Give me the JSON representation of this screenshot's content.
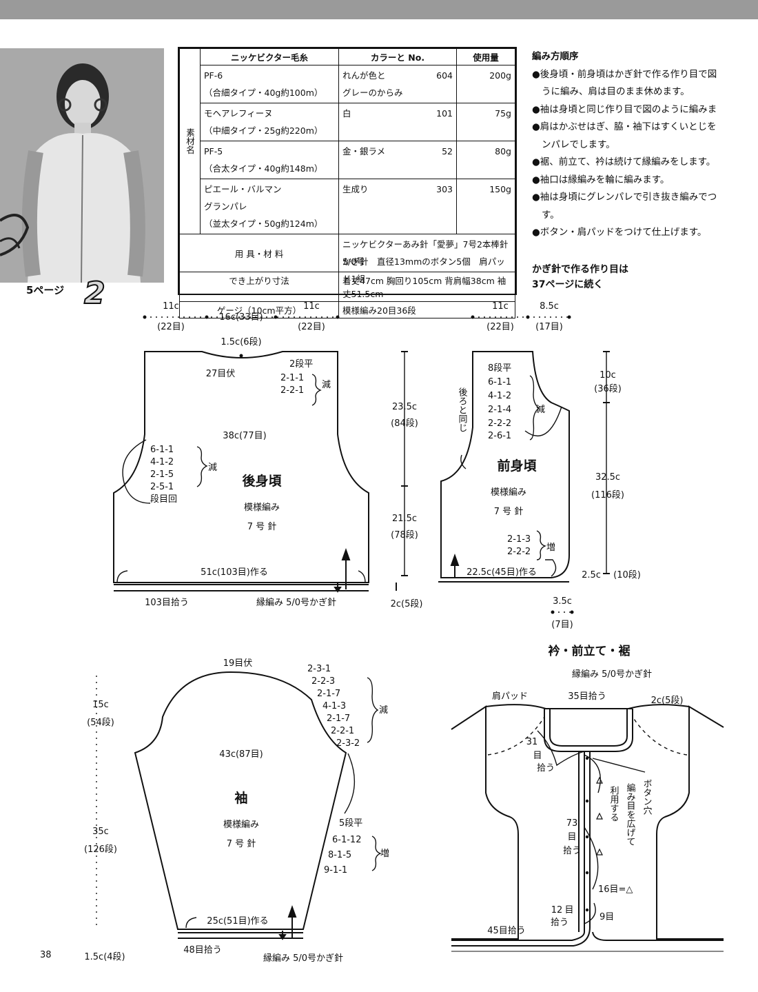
{
  "photo": {
    "page_label": "5ページ",
    "number": "2"
  },
  "materials": {
    "section_label": "素材名",
    "headers": [
      "ニッケビクター毛糸",
      "カラーと No.",
      "使用量"
    ],
    "yarns": [
      {
        "l1": "PF-6",
        "l2": "（合細タイプ・40g約100m）",
        "c1": "れんが色と",
        "c2": "グレーのからみ",
        "no": "604",
        "amt": "200g"
      },
      {
        "l1": "モヘアレフィーヌ",
        "l2": "（中細タイプ・25g約220m）",
        "c1": "白",
        "c2": "",
        "no": "101",
        "amt": "75g"
      },
      {
        "l1": "PF-5",
        "l2": "（合太タイプ・40g約148m）",
        "c1": "金・銀ラメ",
        "c2": "",
        "no": "52",
        "amt": "80g"
      },
      {
        "l1": "ピエール・バルマン",
        "l2": "グランパレ",
        "l3": "（並太タイプ・50g約124m）",
        "c1": "生成り",
        "c2": "",
        "no": "303",
        "amt": "150g"
      }
    ],
    "tools_label": "用 具・材 料",
    "tools_l1": "ニッケビクターあみ針「愛夢」7号2本棒針　5/0号",
    "tools_l2": "かぎ針　直径13mmのボタン5個　肩パッド1組",
    "size_label": "でき上がり寸法",
    "size_value": "着丈47cm 胸回り105cm 背肩幅38cm 袖丈51.5cm",
    "gauge_label": "ゲージ（10cm平方）",
    "gauge_value": "模様編み20目36段"
  },
  "steps": {
    "title": "編み方順序",
    "items": [
      [
        "●後身頃・前身頃はかぎ針で作る作り目で図",
        "うに編み、肩は目のまま休めます。"
      ],
      [
        "●袖は身頃と同じ作り目で図のように編みま"
      ],
      [
        "●肩はかぶせはぎ、脇・袖下はすくいとじを",
        "ンパレでします。"
      ],
      [
        "●裾、前立て、衿は続けて縁編みをします。"
      ],
      [
        "●袖口は縁編みを輪に編みます。"
      ],
      [
        "●袖は身頃にグレンパレで引き抜き編みでつ",
        "す。"
      ],
      [
        "●ボタン・肩パッドをつけて仕上げます。"
      ]
    ],
    "note_l1": "かぎ針で作る作り目は",
    "note_l2": "37ページに続く"
  },
  "back": {
    "name": "後身頃",
    "pattern": "模様編み",
    "needle": "7 号 針",
    "dim_left": "11c",
    "dim_left_sts": "(22目)",
    "dim_center": "16c(33目)",
    "dim_right": "11c",
    "dim_right_sts": "(22目)",
    "neck_depth": "1.5c(6段)",
    "neck_bind": "27目伏",
    "neck_dec": [
      "2段平",
      "2-1-1",
      "2-2-1"
    ],
    "dec": "減",
    "width": "38c(77目)",
    "arm_dec": [
      "6-1-1",
      "4-1-2",
      "2-1-5",
      "2-5-1",
      "段目回"
    ],
    "height_upper": "23.5c",
    "height_upper_rows": "(84段)",
    "height_lower": "21.5c",
    "height_lower_rows": "(78段)",
    "cast_on": "51c(103目)作る",
    "pickup": "103目拾う",
    "border": "縁編み 5/0号かぎ針",
    "border_h": "2c(5段)"
  },
  "front": {
    "name": "前身頃",
    "pattern": "模様編み",
    "needle": "7 号 針",
    "dim_left": "11c",
    "dim_left_sts": "(22目)",
    "dim_right": "8.5c",
    "dim_right_sts": "(17目)",
    "same_as_back": "後ろと同じ",
    "neck_dec": [
      "8段平",
      "6-1-1",
      "4-1-2",
      "2-1-4",
      "2-2-2",
      "2-6-1"
    ],
    "dec": "減",
    "inc": [
      "2-1-3",
      "2-2-2"
    ],
    "inc_label": "増",
    "h1": "10c",
    "h1_rows": "(36段)",
    "h2": "32.5c",
    "h2_rows": "(116段)",
    "h3": "2.5c",
    "h3_rows": "(10段)",
    "cast_on": "22.5c(45目)作る",
    "band_w": "3.5c",
    "band_sts": "(7目)"
  },
  "sleeve": {
    "name": "袖",
    "pattern": "模様編み",
    "needle": "7 号 針",
    "top_bind": "19目伏",
    "cap_dec": [
      "2-3-1",
      "2-2-3",
      "2-1-7",
      "4-1-3",
      "2-1-7",
      "2-2-1",
      "2-3-2"
    ],
    "dec": "減",
    "width": "43c(87目)",
    "inc": [
      "5段平",
      "6-1-12",
      "8-1-5",
      "9-1-1"
    ],
    "inc_label": "増",
    "h_cap": "15c",
    "h_cap_rows": "(54段)",
    "h_body": "35c",
    "h_body_rows": "(126段)",
    "h_cuff": "1.5c(4段)",
    "cast_on": "25c(51目)作る",
    "pickup": "48目拾う",
    "border": "縁編み 5/0号かぎ針"
  },
  "collar": {
    "title": "衿・前立て・裾",
    "subtitle": "縁編み 5/0号かぎ針",
    "shoulder_pad": "肩パッド",
    "neck_pick": "35目拾う",
    "band_h": "2c(5段)",
    "side_pick_num": "31",
    "side_pick_unit": "目",
    "side_pick_act": "拾う",
    "front_pick_num": "73",
    "front_pick_unit": "目",
    "front_pick_act": "拾う",
    "low_pick_num": "12",
    "low_pick_unit": "目",
    "low_pick_act": "拾う",
    "hem_pick": "45目拾う",
    "buttonhole": [
      "ボタン穴",
      "編み目を広げて",
      "利用する"
    ],
    "spacing": "16目=△",
    "last": "9目"
  },
  "page_number": "38"
}
